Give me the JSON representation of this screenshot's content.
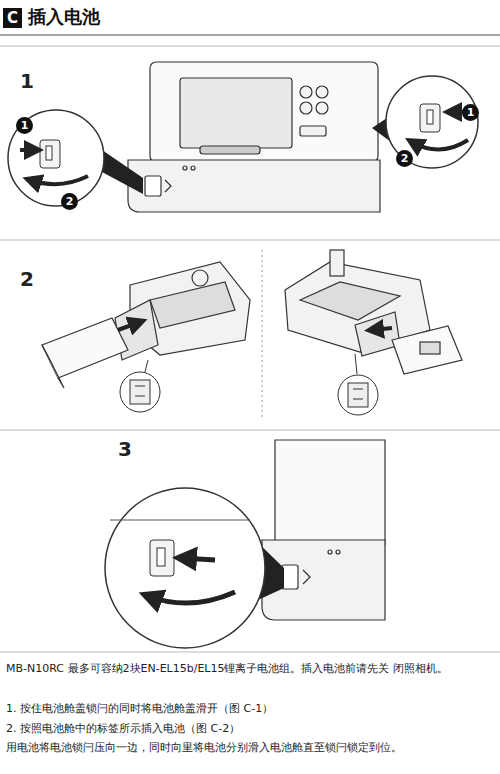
{
  "diagram": {
    "title": "插入电池",
    "nodes": [
      {
        "text": [
          "C"
        ]
      },
      {
        "text": [
          "1"
        ]
      },
      {
        "text": [
          "2"
        ]
      },
      {
        "text": [
          "1"
        ]
      },
      {
        "text": [
          "2"
        ]
      }
    ],
    "labels": [
      "1",
      "2",
      "3",
      "MB-N10RC 最多可容纳2块EN-EL15b/EL15锂离子电池组。插入电池前请先关 闭照相机。",
      "1. 按住电池舱盖锁闩的同时将电池舱盖滑开（图 C-1）",
      "2. 按照电池舱中的标签所示插入电池（图 C-2）",
      "用电池将电池锁闩压向一边，同时向里将电池分别滑入电池舱直至锁闩锁定到位。"
    ]
  }
}
